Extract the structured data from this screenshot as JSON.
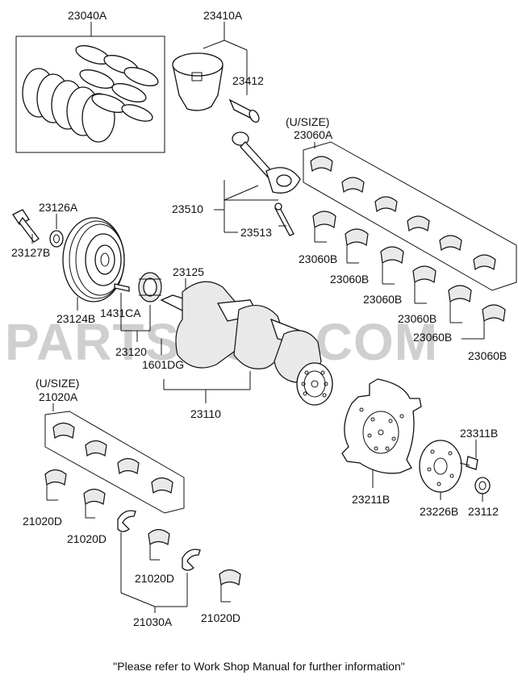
{
  "watermark": "PARTSOUQ.COM",
  "footer_note": "\"Please refer to Work Shop Manual for further information\"",
  "labels": {
    "p23040A": "23040A",
    "p23410A": "23410A",
    "p23412": "23412",
    "usize_top": "(U/SIZE)",
    "p23060A": "23060A",
    "p23510": "23510",
    "p23513": "23513",
    "p23126A": "23126A",
    "p23127B": "23127B",
    "p23124B": "23124B",
    "p1431CA": "1431CA",
    "p23125": "23125",
    "p23120": "23120",
    "p1601DG": "1601DG",
    "p23110": "23110",
    "p23060B_1": "23060B",
    "p23060B_2": "23060B",
    "p23060B_3": "23060B",
    "p23060B_4": "23060B",
    "p23060B_5": "23060B",
    "p23060B_6": "23060B",
    "usize_left": "(U/SIZE)",
    "p21020A": "21020A",
    "p21020D_1": "21020D",
    "p21020D_2": "21020D",
    "p21020D_3": "21020D",
    "p21020D_4": "21020D",
    "p21030A": "21030A",
    "p23211B": "23211B",
    "p23311B": "23311B",
    "p23226B": "23226B",
    "p23112": "23112"
  }
}
